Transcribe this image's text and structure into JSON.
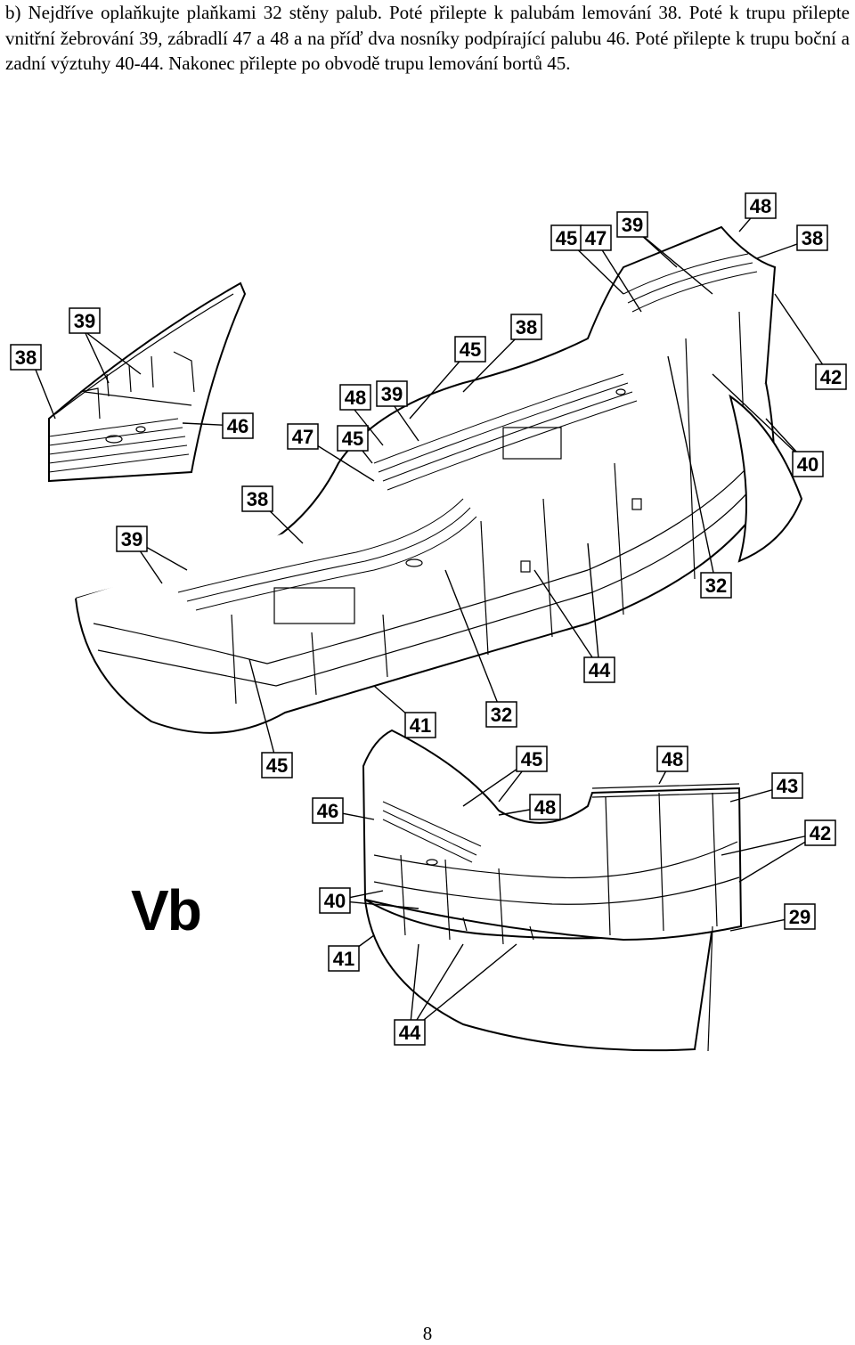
{
  "instructions": {
    "text": "b) Nejdříve oplaňkujte plaňkami 32 stěny palub. Poté přilepte k palubám lemování 38. Poté k trupu přilepte vnitřní žebrování 39, zábradlí 47 a 48 a na příď dva nosníky podpírající palubu 46. Poté přilepte k trupu boční a zadní výztuhy 40-44. Nakonec přilepte po obvodě trupu lemování bortů 45."
  },
  "figure": {
    "code": "Vb",
    "callouts": [
      "38",
      "39",
      "46",
      "48",
      "39",
      "47",
      "45",
      "38",
      "39",
      "45",
      "38",
      "45",
      "47",
      "39",
      "48",
      "38",
      "42",
      "40",
      "32",
      "44",
      "41",
      "32",
      "45",
      "45",
      "48",
      "46",
      "48",
      "43",
      "42",
      "40",
      "41",
      "29",
      "44"
    ]
  },
  "page": {
    "number": "8"
  }
}
